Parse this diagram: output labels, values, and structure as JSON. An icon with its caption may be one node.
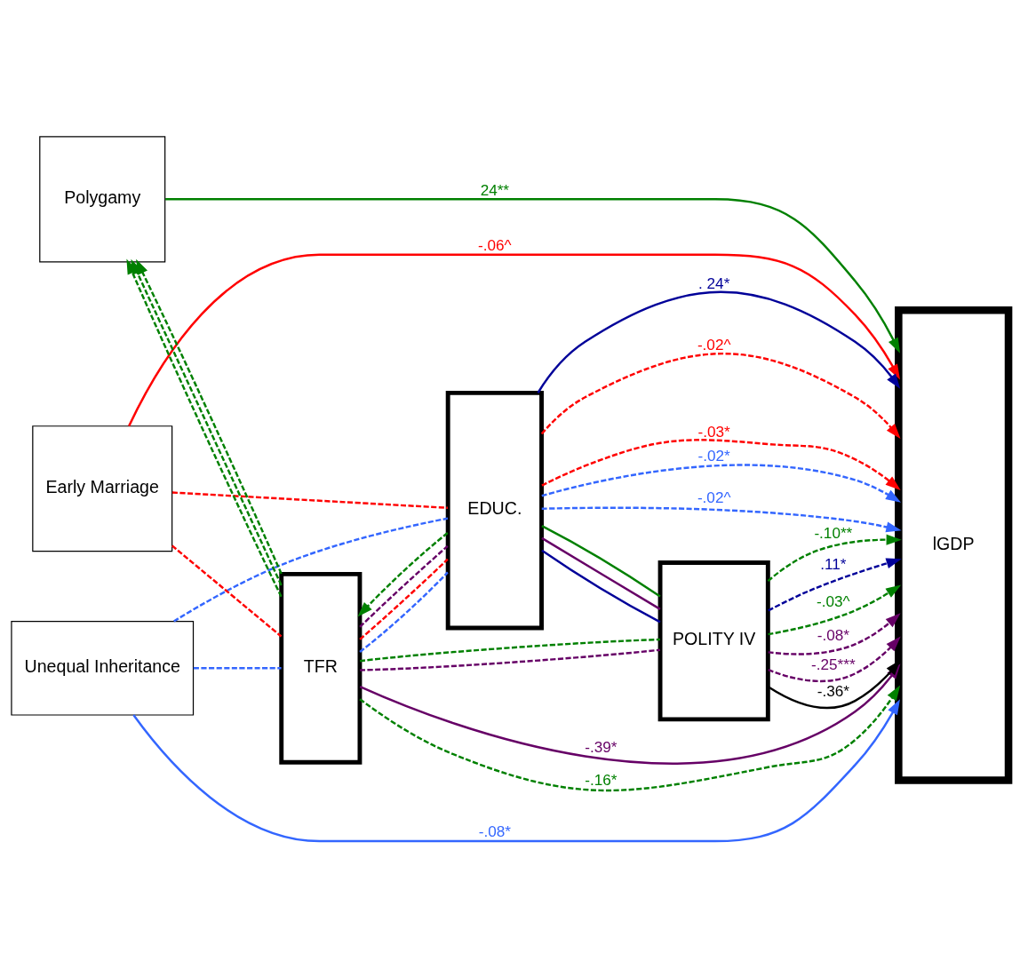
{
  "diagram": {
    "nodes": [
      {
        "text": [
          "Unequal Inheritance"
        ]
      },
      {
        "text": [
          "Early Marriage"
        ]
      },
      {
        "text": [
          "Polygamy"
        ]
      },
      {
        "text": [
          "TFR"
        ]
      },
      {
        "text": [
          "EDUC."
        ]
      },
      {
        "text": [
          "POLITY IV"
        ]
      },
      {
        "text": [
          "lGDP"
        ]
      }
    ],
    "edges": [
      {
        "from": 0,
        "to": 6,
        "arrow": "to",
        "label": "-.08*",
        "color": "#3366ff"
      },
      {
        "from": 0,
        "to": 4,
        "arrow": "none",
        "style": "dashed",
        "color": "#3366ff"
      },
      {
        "from": 4,
        "to": 6,
        "arrow": "to",
        "label": "-.02*",
        "style": "dashed",
        "color": "#3366ff"
      },
      {
        "from": 0,
        "to": 3,
        "arrow": "none",
        "style": "dashed",
        "color": "#3366ff"
      },
      {
        "from": 3,
        "to": 4,
        "arrow": "none",
        "style": "dashed",
        "color": "#3366ff"
      },
      {
        "from": 4,
        "to": 6,
        "arrow": "to",
        "label": "-.02^",
        "style": "dashed",
        "color": "#3366ff"
      },
      {
        "from": 4,
        "to": 6,
        "arrow": "to",
        "label": ". 24*",
        "color": "#000099"
      },
      {
        "from": 3,
        "to": 6,
        "arrow": "to",
        "label": "-.39*",
        "color": "#660066"
      },
      {
        "from": 1,
        "to": 3,
        "arrow": "none",
        "style": "dashed",
        "color": "#ff0000"
      },
      {
        "from": 3,
        "to": 4,
        "arrow": "none",
        "style": "dashed",
        "color": "#ff0000"
      },
      {
        "from": 4,
        "to": 6,
        "arrow": "to",
        "label": "-.02^",
        "style": "dashed",
        "color": "#ff0000"
      },
      {
        "from": 3,
        "to": 6,
        "arrow": "to",
        "label": "-.16*",
        "style": "dashed",
        "color": "#008000"
      },
      {
        "from": 3,
        "to": 4,
        "arrow": "none",
        "style": "dashed",
        "color": "#660066"
      },
      {
        "from": 4,
        "to": 3,
        "arrow": "to",
        "style": "dashed",
        "color": "#008000"
      },
      {
        "from": 1,
        "to": 4,
        "arrow": "none",
        "style": "dashed",
        "color": "#ff0000"
      },
      {
        "from": 4,
        "to": 6,
        "arrow": "to",
        "label": "-.03*",
        "style": "dashed",
        "color": "#ff0000"
      },
      {
        "from": 1,
        "to": 6,
        "arrow": "to",
        "label": "-.06^",
        "color": "#ff0000"
      },
      {
        "from": 4,
        "to": 5,
        "arrow": "none",
        "color": "#000099"
      },
      {
        "from": 5,
        "to": 6,
        "arrow": "to",
        "label": ".11*",
        "style": "dashed",
        "color": "#000099"
      },
      {
        "from": 4,
        "to": 5,
        "arrow": "none",
        "color": "#660066"
      },
      {
        "from": 4,
        "to": 5,
        "arrow": "none",
        "color": "#008000"
      },
      {
        "from": 5,
        "to": 6,
        "arrow": "to",
        "label": "-.03^",
        "style": "dashed",
        "color": "#008000"
      },
      {
        "from": 5,
        "to": 6,
        "arrow": "to",
        "label": "-.08*",
        "style": "dashed",
        "color": "#660066"
      },
      {
        "from": 5,
        "to": 6,
        "arrow": "to",
        "label": "-.25***",
        "style": "dashed",
        "color": "#660066"
      },
      {
        "from": 5,
        "to": 6,
        "arrow": "to",
        "label": "-.36*",
        "color": "#000000"
      },
      {
        "from": 5,
        "to": 6,
        "arrow": "to",
        "label": "-.10**",
        "style": "dashed",
        "color": "#008000"
      },
      {
        "from": 2,
        "to": 6,
        "arrow": "to",
        "label": "24**",
        "color": "#008000"
      },
      {
        "from": 3,
        "to": 5,
        "arrow": "none",
        "style": "dashed",
        "color": "#660066"
      },
      {
        "from": 3,
        "to": 5,
        "arrow": "none",
        "style": "dashed",
        "color": "#008000"
      },
      {
        "from": 3,
        "to": 2,
        "arrow": "to",
        "style": "dashed",
        "color": "#008000"
      },
      {
        "from": 3,
        "to": 2,
        "arrow": "to",
        "style": "dashed",
        "color": "#008000"
      },
      {
        "from": 3,
        "to": 2,
        "arrow": "to",
        "style": "dashed",
        "color": "#008000"
      }
    ]
  }
}
